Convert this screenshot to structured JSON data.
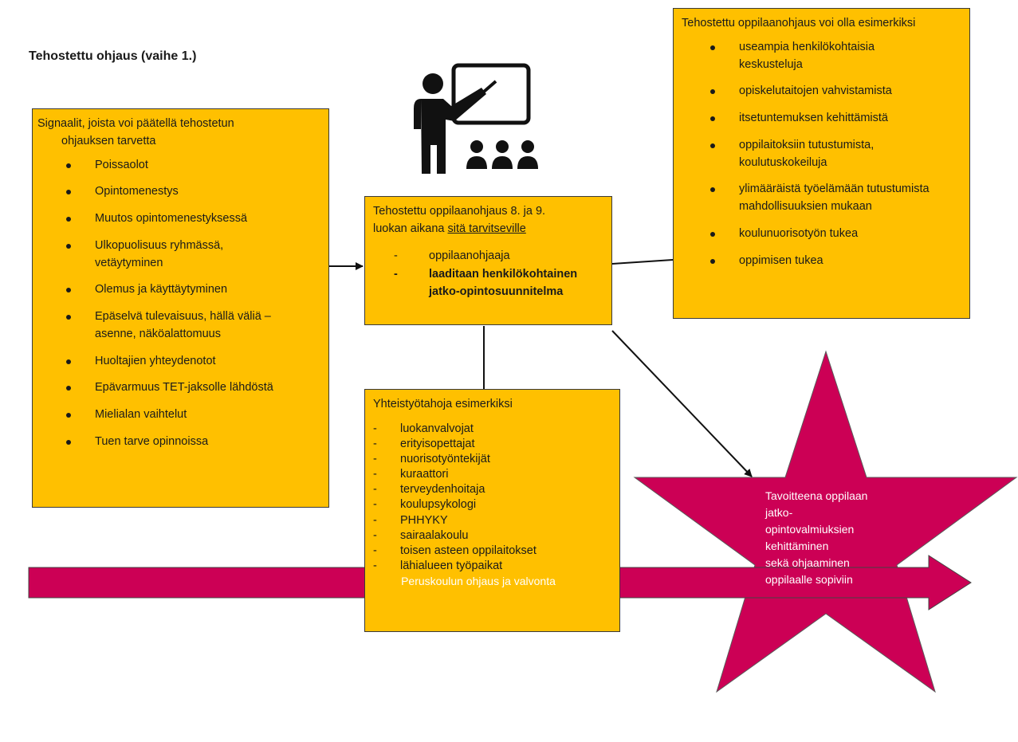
{
  "title": "Tehostettu ohjaus (vaihe 1.)",
  "signals": {
    "heading_line1": "Signaalit, joista voi päätellä tehostetun",
    "heading_line2": "ohjauksen tarvetta",
    "items": [
      {
        "lines": [
          "Poissaolot"
        ]
      },
      {
        "lines": [
          "Opintomenestys"
        ]
      },
      {
        "lines": [
          "Muutos opintomenestyksessä"
        ]
      },
      {
        "lines": [
          "Ulkopuolisuus ryhmässä,",
          "vetäytyminen"
        ]
      },
      {
        "lines": [
          "Olemus ja käyttäytyminen"
        ]
      },
      {
        "lines": [
          "Epäselvä tulevaisuus, hällä väliä –",
          "asenne, näköalattomuus"
        ]
      },
      {
        "lines": [
          "Huoltajien yhteydenotot"
        ]
      },
      {
        "lines": [
          "Epävarmuus TET-jaksolle lähdöstä"
        ]
      },
      {
        "lines": [
          "Mielialan vaihtelut"
        ]
      },
      {
        "lines": [
          "Tuen tarve opinnoissa"
        ]
      }
    ]
  },
  "center": {
    "heading_line1": "Tehostettu oppilaanohjaus 8. ja 9.",
    "heading_line2_prefix": "luokan aikana ",
    "heading_line2_link": "sitä tarvitseville",
    "items": [
      {
        "lines": [
          "oppilaanohjaaja"
        ],
        "bold": false
      },
      {
        "lines": [
          "laaditaan henkilökohtainen",
          "jatko-opintosuunnitelma"
        ],
        "bold": true
      }
    ]
  },
  "examples": {
    "heading": "Tehostettu oppilaanohjaus voi olla esimerkiksi",
    "items": [
      {
        "lines": [
          "useampia henkilökohtaisia",
          "keskusteluja"
        ]
      },
      {
        "lines": [
          "opiskelutaitojen vahvistamista"
        ]
      },
      {
        "lines": [
          "itsetuntemuksen kehittämistä"
        ]
      },
      {
        "lines": [
          "oppilaitoksiin tutustumista,",
          "koulutuskokeiluja"
        ]
      },
      {
        "lines": [
          "ylimääräistä työelämään tutustumista",
          "mahdollisuuksien mukaan"
        ]
      },
      {
        "lines": [
          "koulunuorisotyön tukea"
        ]
      },
      {
        "lines": [
          "oppimisen tukea"
        ]
      }
    ]
  },
  "partners": {
    "heading": "Yhteistyötahoja esimerkiksi",
    "items": [
      "luokanvalvojat",
      "erityisopettajat",
      "nuorisotyöntekijät",
      "kuraattori",
      "terveydenhoitaja",
      "koulupsykologi",
      "PHHYKY",
      "sairaalakoulu",
      "toisen asteen oppilaitokset",
      "lähialueen työpaikat"
    ]
  },
  "goal": {
    "lines": [
      "Tavoitteena oppilaan",
      "jatko-",
      "opintovalmiuksien",
      "kehittäminen",
      "sekä ohjaaminen",
      "oppilaalle sopiviin"
    ]
  },
  "bottom_arrow": {
    "label": "Peruskoulun ohjaus ja valvonta"
  },
  "icons": {
    "teacher": "teacher-presentation-icon"
  },
  "colors": {
    "box_fill": "#ffc000",
    "magenta": "#cc0055",
    "border": "#3a3a3a"
  }
}
